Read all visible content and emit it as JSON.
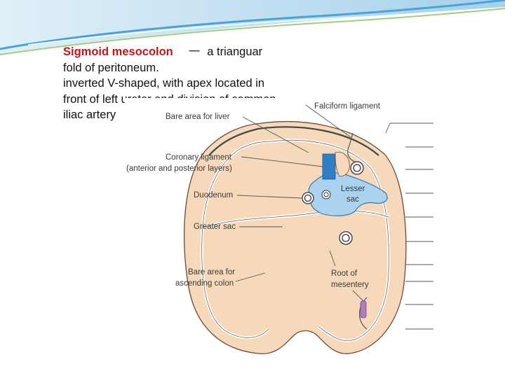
{
  "slide": {
    "title": "Sigmoid mesocolon",
    "dash": "一",
    "title_rest": "a trianguar",
    "body_lines": [
      "fold of peritoneum.",
      "inverted V-shaped, with apex located in",
      "front of left ureter and division of common",
      "iliac artery"
    ]
  },
  "figure": {
    "labels": {
      "falciform": "Falciform ligament",
      "bare_liver": "Bare area for liver",
      "coronary_1": "Coronary ligament",
      "coronary_2": "(anterior and posterior layers)",
      "duodenum": "Duodenum",
      "greater_sac": "Greater sac",
      "bare_colon_1": "Bare area for",
      "bare_colon_2": "ascending colon",
      "root_1": "Root of",
      "root_2": "mesentery",
      "lesser_1": "Lesser",
      "lesser_2": "sac"
    }
  },
  "colors": {
    "title": "#c81414",
    "tissue": "#f6d9bb",
    "lesser_sac": "#a9d3ef",
    "vessel_blue": "#2e7fc4",
    "ureter": "#b07cc0"
  }
}
